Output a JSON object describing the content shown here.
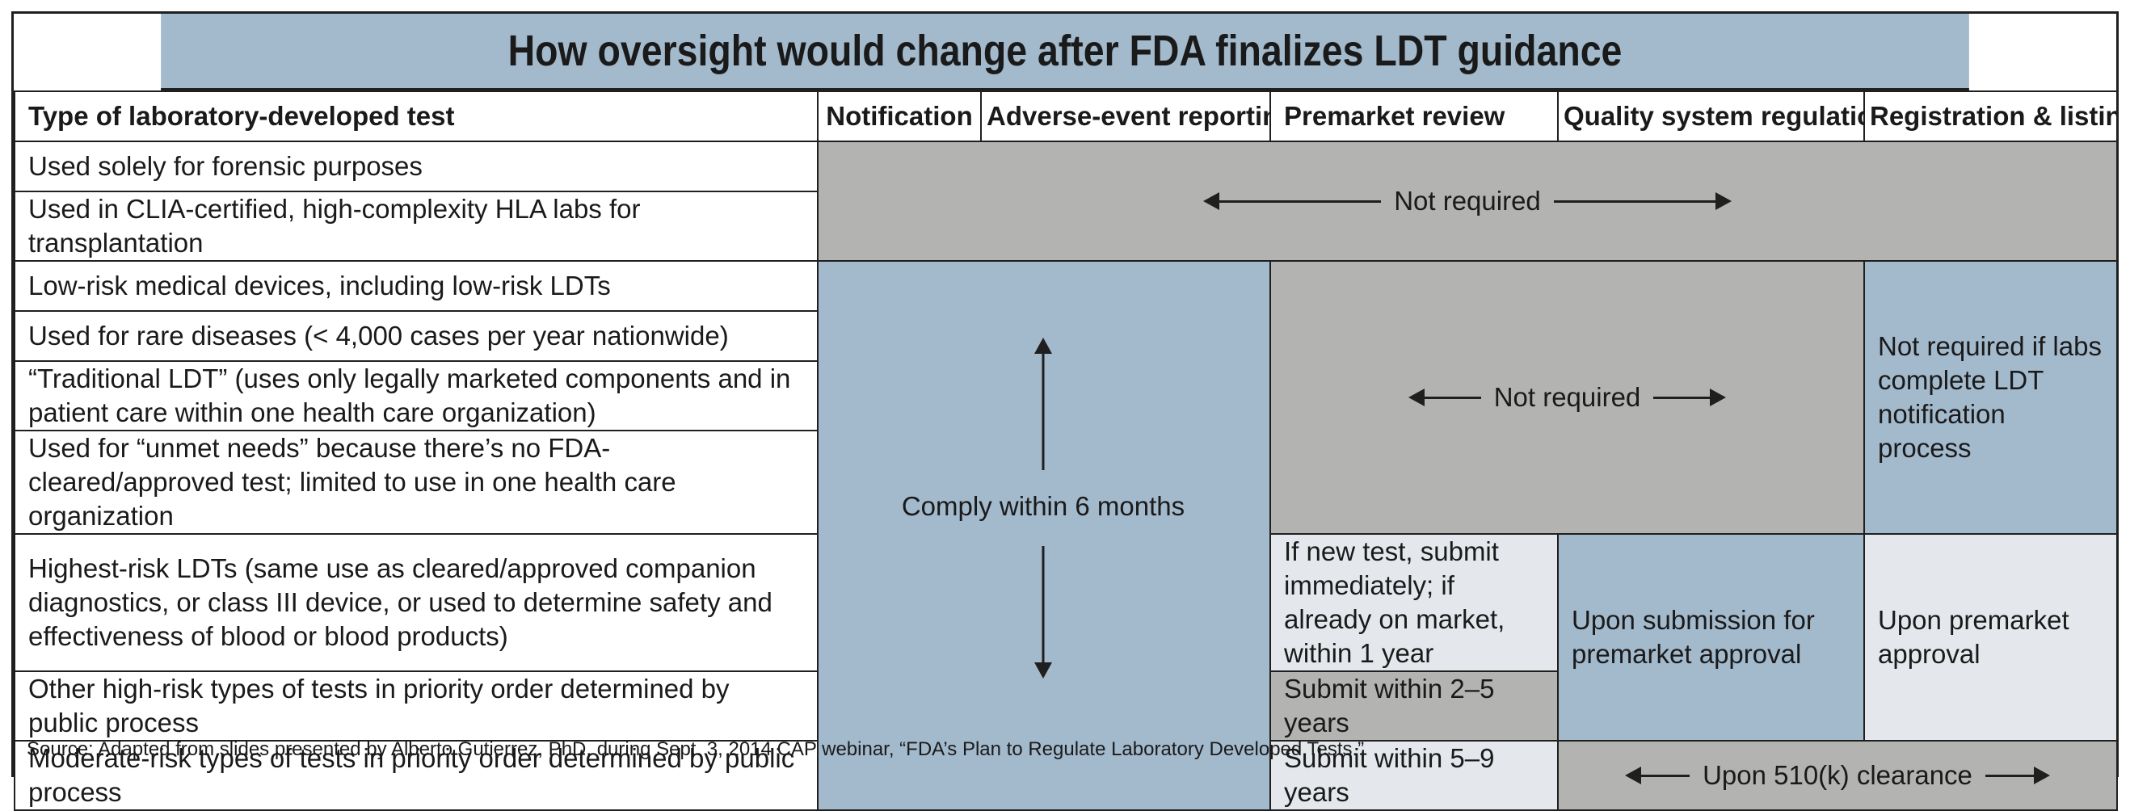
{
  "title": "How oversight would change after FDA finalizes LDT guidance",
  "headers": {
    "type": "Type of laboratory-developed test",
    "notification": "Notification",
    "adverse": "Adverse-event reporting",
    "premarket": "Premarket review",
    "quality": "Quality system regulations",
    "registration": "Registration & listing"
  },
  "rows": [
    "Used solely for forensic purposes",
    "Used in CLIA-certified, high-complexity HLA labs for transplantation",
    "Low-risk medical devices, including low-risk LDTs",
    "Used for rare diseases (< 4,000 cases per year nationwide)",
    "“Traditional LDT” (uses only legally marketed components and in patient care within one health care organization)",
    "Used for “unmet needs” because there’s no FDA-cleared/approved test; limited to use in one health care organization",
    "Highest-risk LDTs (same use as cleared/approved companion diagnostics, or class III device, or used to determine safety and effectiveness of blood or blood products)",
    "Other high-risk types of tests in priority order determined by public process",
    "Moderate-risk types of tests in priority order determined by public process"
  ],
  "cells": {
    "exempt_not_required": "Not required",
    "comply_6_months": "Comply within 6 months",
    "lowrisk_not_required": "Not required",
    "registration_lowrisk": "Not required if labs complete LDT notification process",
    "premarket_highest": "If new test, submit immediately; if already on market, within 1 year",
    "quality_highest": "Upon submission for premarket approval",
    "registration_highest": "Upon premarket approval",
    "premarket_other_high": "Submit within 2–5 years",
    "premarket_moderate": "Submit within 5–9 years",
    "moderate_510k": "Upon 510(k) clearance"
  },
  "source": "Source: Adapted from slides presented by Alberto Gutierrez, PhD, during Sept. 3, 2014 CAP webinar, “FDA’s Plan to Regulate Laboratory Developed Tests.”",
  "colors": {
    "blue": "#a3b9cc",
    "gray": "#b3b3b1",
    "light": "#e4e8ec"
  }
}
